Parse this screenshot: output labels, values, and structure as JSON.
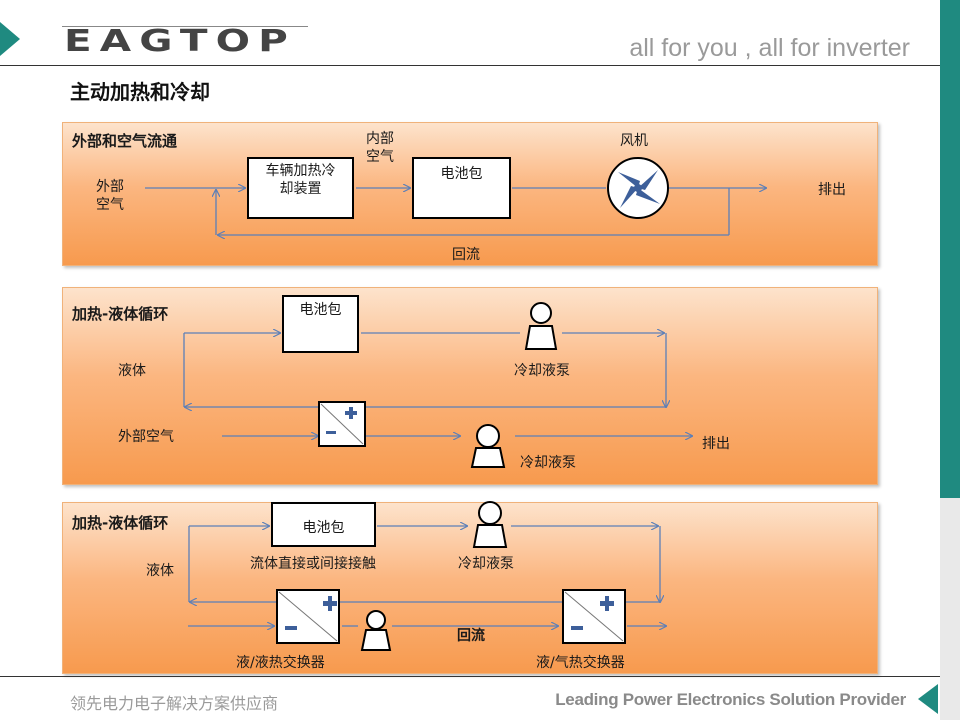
{
  "header": {
    "logo_text": "EAGTOP",
    "tagline": "all for you , all for inverter"
  },
  "title": "主动加热和冷却",
  "panel1": {
    "title": "外部和空气流通",
    "outside_air": "外部\n空气",
    "inner_air": "内部\n空气",
    "device": "车辆加热冷\n却装置",
    "battery": "电池包",
    "fan": "风机",
    "exhaust": "排出",
    "return_flow": "回流"
  },
  "panel2": {
    "title": "加热-液体循环",
    "battery": "电池包",
    "liquid": "液体",
    "pump1": "冷却液泵",
    "outside_air": "外部空气",
    "pump2": "冷却液泵",
    "exhaust": "排出"
  },
  "panel3": {
    "title": "加热-液体循环",
    "battery": "电池包",
    "liquid": "液体",
    "contact": "流体直接或间接接触",
    "pump": "冷却液泵",
    "return_flow": "回流",
    "hx1": "液/液热交换器",
    "hx2": "液/气热交换器"
  },
  "footer": {
    "left": "领先电力电子解决方案供应商",
    "right": "Leading Power Electronics Solution Provider"
  },
  "colors": {
    "accent": "#1f8a80",
    "panel_top": "#fde3cc",
    "panel_bottom": "#f79a4e",
    "line": "#5b7fb8"
  }
}
